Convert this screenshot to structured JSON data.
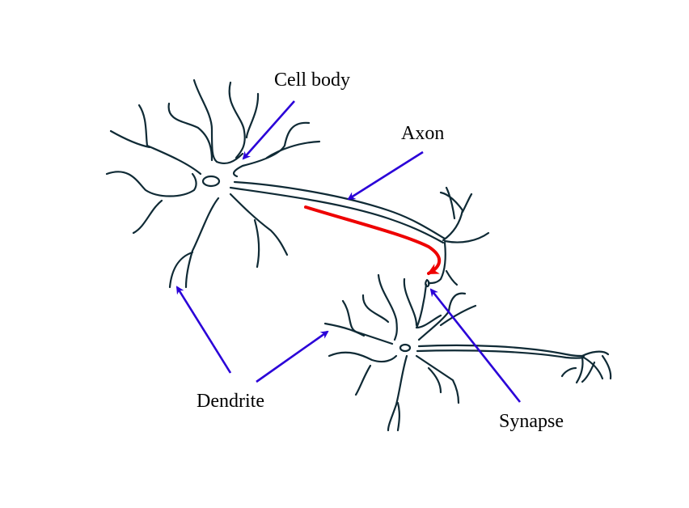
{
  "title": "Neuron structure diagram",
  "labels": {
    "cell_body": "Cell body",
    "axon": "Axon",
    "dendrite": "Dendrite",
    "synapse": "Synapse"
  },
  "colors": {
    "neuron_stroke": "#0f2a35",
    "pointer_arrow": "#2a00d8",
    "signal_arrow": "#ee0000",
    "background": "#ffffff"
  }
}
